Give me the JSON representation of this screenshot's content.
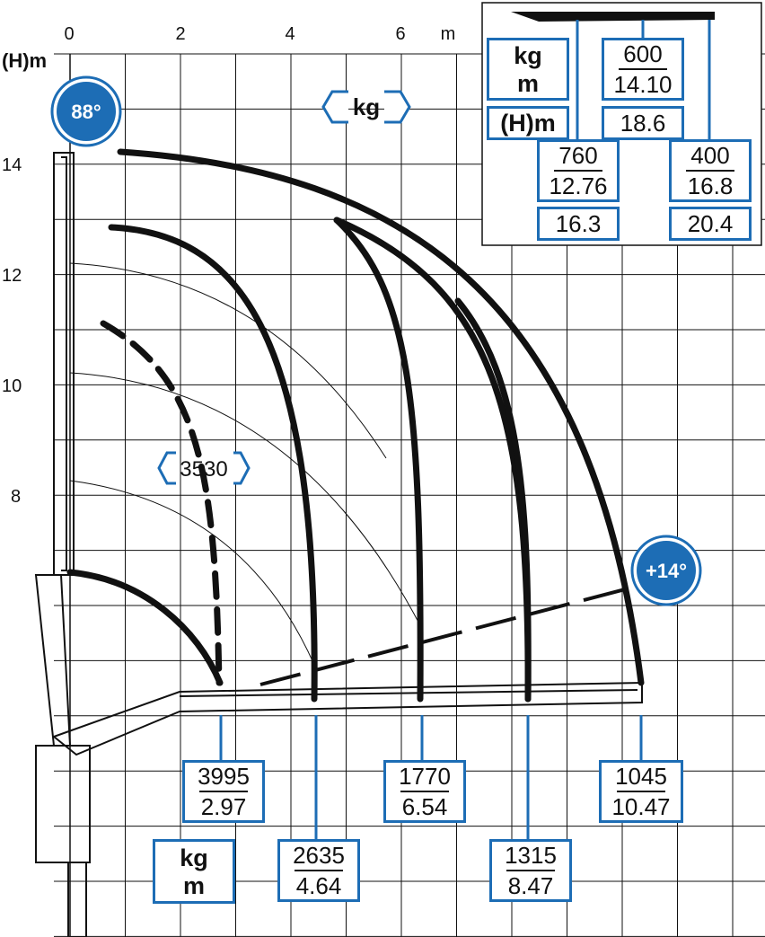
{
  "axis": {
    "x_unit": "m",
    "y_unit": "(H)m",
    "x_ticks": [
      "0",
      "2",
      "4",
      "6"
    ],
    "y_ticks": [
      "14",
      "12",
      "10",
      "8"
    ]
  },
  "badges": {
    "max_angle": "88°",
    "min_angle": "+14°"
  },
  "tags": {
    "kg_tag": "kg",
    "load_tag": "3530"
  },
  "legend_main": {
    "top": "kg",
    "bottom": "m"
  },
  "bottom_loads": [
    {
      "kg": "3995",
      "m": "2.97"
    },
    {
      "kg": "2635",
      "m": "4.64"
    },
    {
      "kg": "1770",
      "m": "6.54"
    },
    {
      "kg": "1315",
      "m": "8.47"
    },
    {
      "kg": "1045",
      "m": "10.47"
    }
  ],
  "inset": {
    "legend_top": "kg",
    "legend_bottom": "m",
    "legend_h": "(H)m",
    "extensions": [
      {
        "kg": "600",
        "m": "14.10",
        "h": "18.6"
      },
      {
        "kg": "760",
        "m": "12.76",
        "h": "16.3"
      },
      {
        "kg": "400",
        "m": "16.8",
        "h": "20.4"
      }
    ]
  },
  "colors": {
    "accent": "#1d6db5",
    "ink": "#111111"
  }
}
